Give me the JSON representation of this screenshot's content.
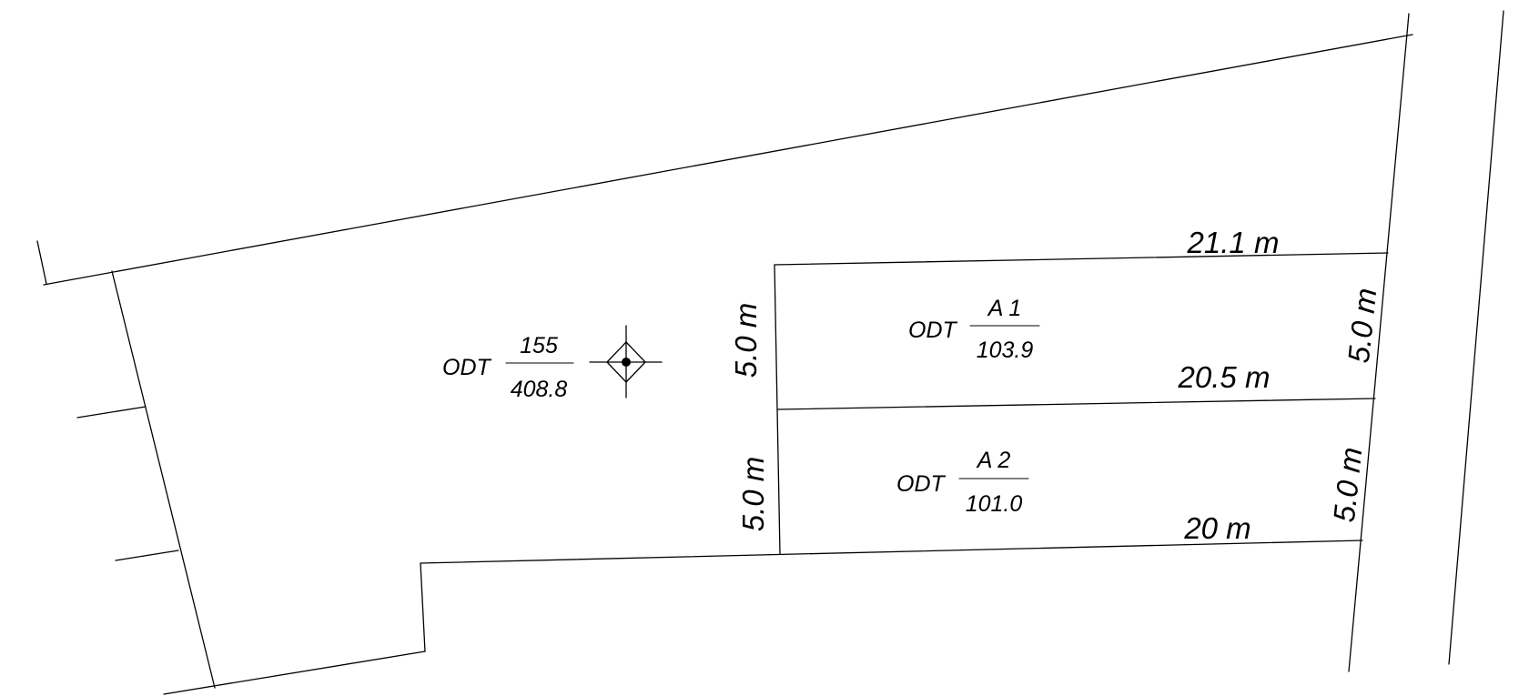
{
  "parcels": [
    {
      "land_use": "ODT",
      "parcel_number": "155",
      "area": "408.8"
    },
    {
      "land_use": "ODT",
      "parcel_number": "A 1",
      "area": "103.9"
    },
    {
      "land_use": "ODT",
      "parcel_number": "A 2",
      "area": "101.0"
    }
  ],
  "dimensions": {
    "a1_top": "21.1 m",
    "a1_bottom": "20.5 m",
    "a2_bottom": "20 m",
    "a1_left": "5.0 m",
    "a2_left": "5.0 m",
    "a1_right": "5.0 m",
    "a2_right": "5.0 m"
  },
  "symbols": {
    "survey_marker": "survey-point-marker-icon"
  }
}
